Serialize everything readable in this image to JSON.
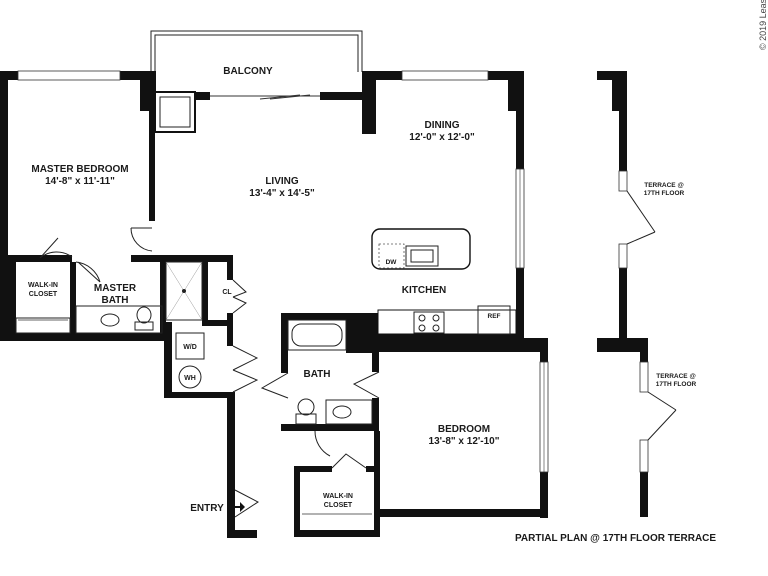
{
  "copyright": "© 2019 Leas",
  "rooms": {
    "balcony": "BALCONY",
    "dining": {
      "name": "DINING",
      "dim": "12'-0\" x 12'-0\""
    },
    "living": {
      "name": "LIVING",
      "dim": "13'-4\" x 14'-5\""
    },
    "master_bedroom": {
      "name": "MASTER BEDROOM",
      "dim": "14'-8\" x 11'-11\""
    },
    "walk_in_closet_1": {
      "line1": "WALK-IN",
      "line2": "CLOSET"
    },
    "master_bath": {
      "line1": "MASTER",
      "line2": "BATH"
    },
    "cl": "CL",
    "wd": "W/D",
    "wh": "WH",
    "kitchen": "KITCHEN",
    "dw": "DW",
    "ref": "REF",
    "bath": "BATH",
    "bedroom": {
      "name": "BEDROOM",
      "dim": "13'-8\" x 12'-10\""
    },
    "walk_in_closet_2": {
      "line1": "WALK-IN",
      "line2": "CLOSET"
    },
    "entry": "ENTRY"
  },
  "terrace": {
    "label1": {
      "line1": "TERRACE @",
      "line2": "17TH FLOOR"
    },
    "label2": {
      "line1": "TERRACE @",
      "line2": "17TH FLOOR"
    },
    "caption": "PARTIAL PLAN @ 17TH FLOOR TERRACE"
  }
}
